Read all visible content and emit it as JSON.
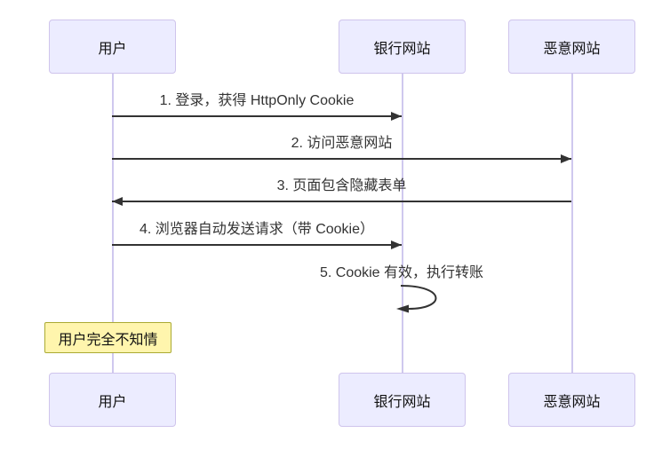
{
  "diagram": {
    "type": "sequence-diagram",
    "topic": "CSRF attack flow",
    "actors": [
      {
        "id": "user",
        "label": "用户"
      },
      {
        "id": "bank",
        "label": "银行网站"
      },
      {
        "id": "evil",
        "label": "恶意网站"
      }
    ],
    "messages": [
      {
        "seq": 1,
        "label": "1. 登录，获得 HttpOnly Cookie",
        "from": "用户",
        "to": "银行网站",
        "direction": "right",
        "style": "solid"
      },
      {
        "seq": 2,
        "label": "2. 访问恶意网站",
        "from": "用户",
        "to": "恶意网站",
        "direction": "right",
        "style": "solid"
      },
      {
        "seq": 3,
        "label": "3. 页面包含隐藏表单",
        "from": "恶意网站",
        "to": "用户",
        "direction": "left",
        "style": "solid"
      },
      {
        "seq": 4,
        "label": "4. 浏览器自动发送请求（带 Cookie）",
        "from": "用户",
        "to": "银行网站",
        "direction": "right",
        "style": "solid"
      },
      {
        "seq": 5,
        "label": "5. Cookie 有效，执行转账",
        "from": "银行网站",
        "to": "银行网站",
        "direction": "self",
        "style": "solid"
      }
    ],
    "note": {
      "label": "用户完全不知情",
      "target": "用户",
      "position": "over"
    },
    "colors": {
      "background": "#ffffff",
      "actor_fill": "#ececff",
      "actor_border": "#cfc4ec",
      "lifeline": "#cfc8ee",
      "message_line": "#333333",
      "message_text": "#333333",
      "note_fill": "#fff5ad",
      "note_border": "#aaaa33"
    }
  }
}
